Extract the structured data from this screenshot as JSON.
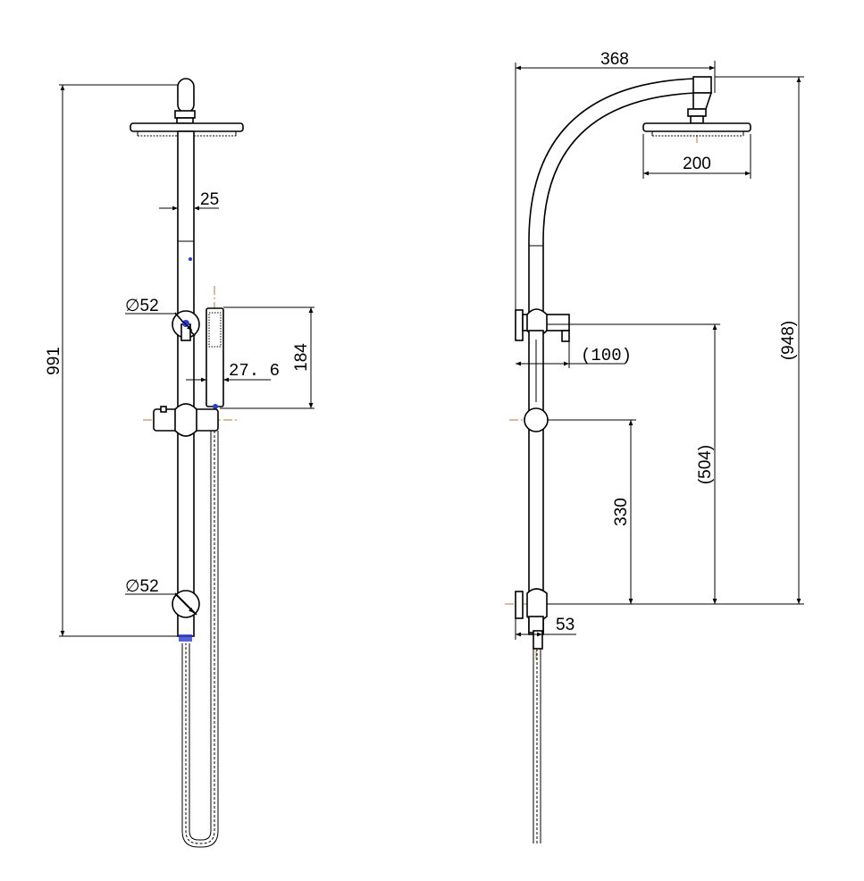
{
  "front_view": {
    "overall_height": "991",
    "pipe_diameter": "25",
    "upper_bracket_diameter": "∅52",
    "lower_bracket_diameter": "∅52",
    "handshower_offset": "27. 6",
    "handshower_length": "184"
  },
  "side_view": {
    "arm_reach": "368",
    "rose_diameter": "200",
    "overall_height_ref": "(948)",
    "diverter_projection": "(100)",
    "diverter_height_ref": "(504)",
    "slider_height": "330",
    "wall_offset": "53"
  },
  "colors": {
    "line": "#000000",
    "centerline": "#b07a3a",
    "marker": "#2a3bd0"
  }
}
